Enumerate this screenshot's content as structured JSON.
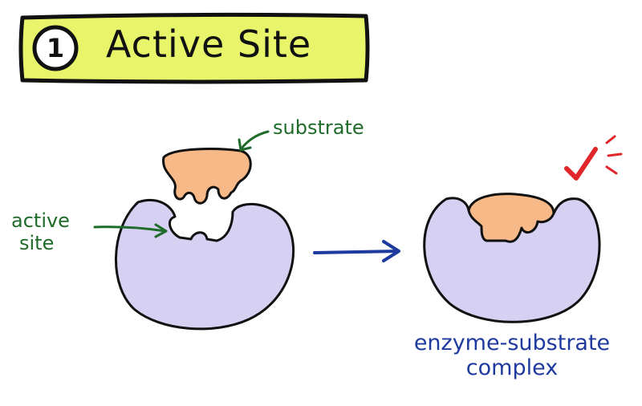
{
  "title": {
    "number": "1",
    "text": "Active Site"
  },
  "labels": {
    "substrate": "substrate",
    "active_site_line1": "active",
    "active_site_line2": "site",
    "complex_line1": "enzyme-substrate",
    "complex_line2": "complex"
  },
  "colors": {
    "banner_fill": "#e8f56a",
    "outline": "#111111",
    "enzyme_fill": "#d6d0f2",
    "substrate_fill": "#f7b987",
    "label_green": "#1f6b2a",
    "label_blue": "#1f3a9e",
    "check_red": "#e0262a"
  },
  "icons": {
    "check": "check-mark-icon",
    "reaction_arrow": "arrow-right-icon"
  }
}
